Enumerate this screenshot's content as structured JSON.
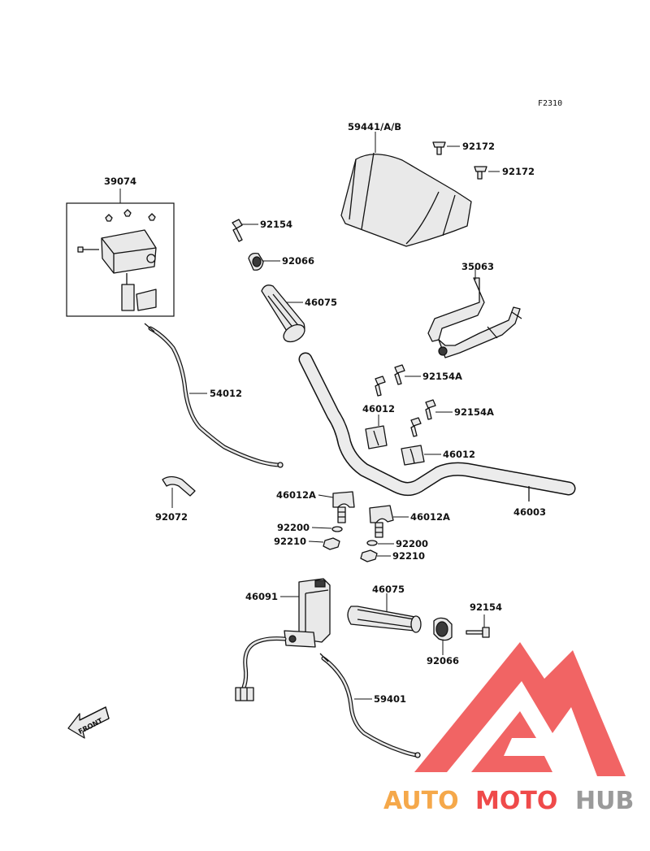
{
  "figure_code": "F2310",
  "callouts": {
    "p39074": "39074",
    "p59441": "59441/A/B",
    "p92172a": "92172",
    "p92172b": "92172",
    "p92154_top": "92154",
    "p92066_top": "92066",
    "p46075_top": "46075",
    "p35063": "35063",
    "p92154A_a": "92154A",
    "p92154A_b": "92154A",
    "p46012_a": "46012",
    "p46012_b": "46012",
    "p54012": "54012",
    "p92072": "92072",
    "p46012A_a": "46012A",
    "p46012A_b": "46012A",
    "p92200_a": "92200",
    "p92210_a": "92210",
    "p92200_b": "92200",
    "p92210_b": "92210",
    "p46003": "46003",
    "p46091": "46091",
    "p46075_bot": "46075",
    "p92154_bot": "92154",
    "p92066_bot": "92066",
    "p59401": "59401"
  },
  "front_arrow": {
    "text": "FRONT"
  },
  "watermark": {
    "part1": "AUTO",
    "part2": "MOTO",
    "part3": "HUB",
    "color_orange": "#f5a84a",
    "color_red": "#ef4a4a",
    "color_gray": "#9a9a9a"
  }
}
